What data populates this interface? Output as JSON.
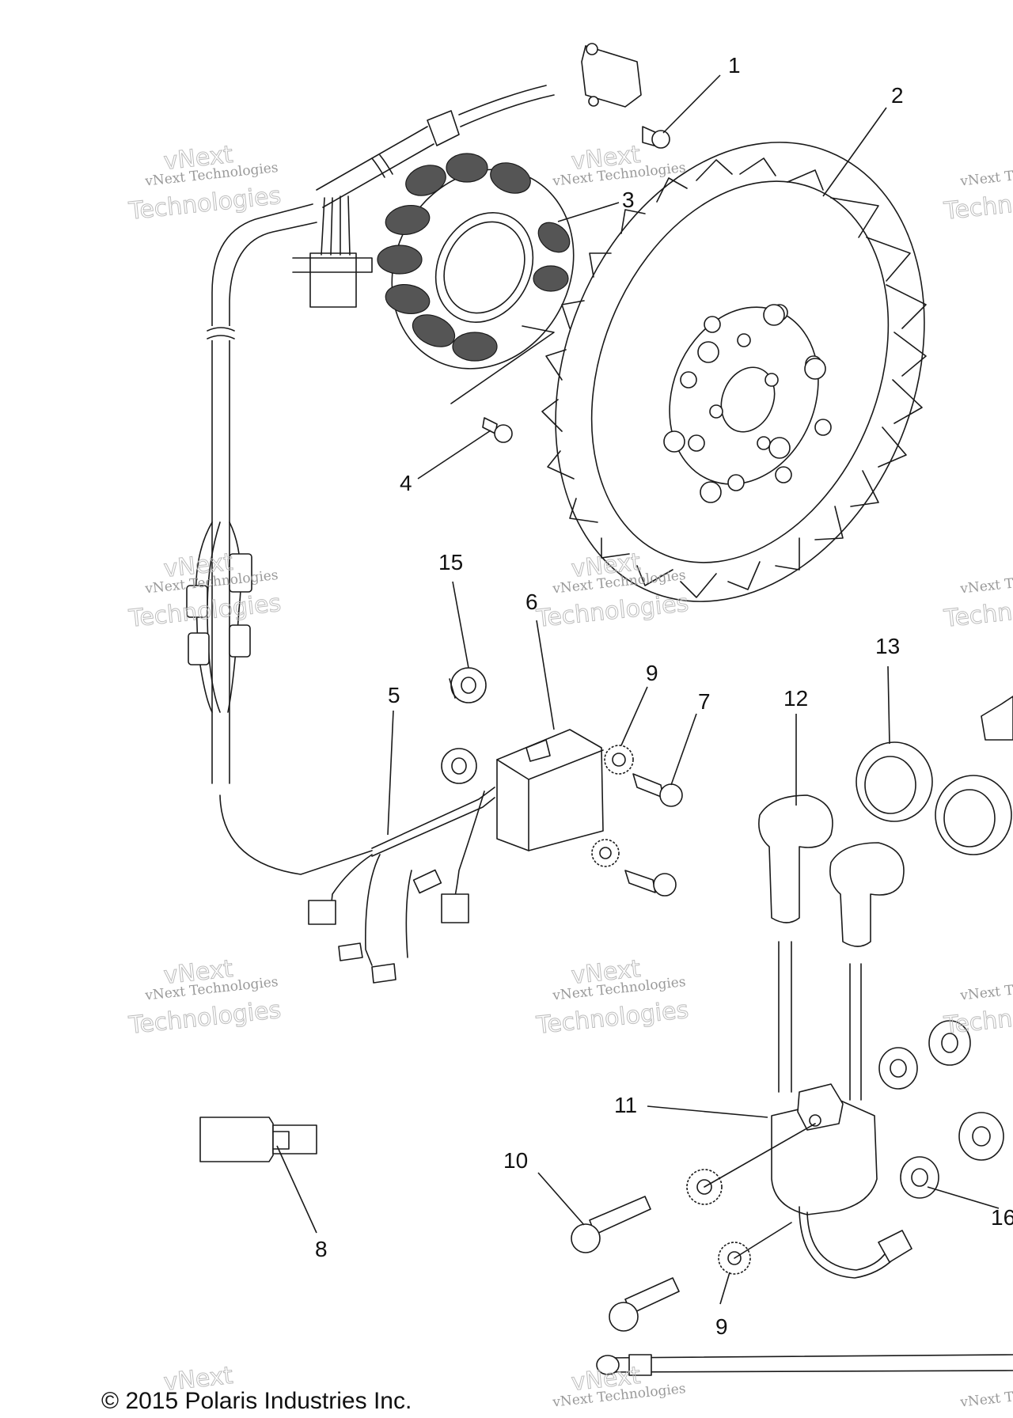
{
  "callouts": {
    "c1": "1",
    "c2": "2",
    "c3": "3",
    "c4": "4",
    "c5": "5",
    "c6": "6",
    "c7": "7",
    "c8": "8",
    "c9a": "9",
    "c9b": "9",
    "c10": "10",
    "c11": "11",
    "c12": "12",
    "c13": "13",
    "c15": "15",
    "c16": "16"
  },
  "watermark": {
    "line1": "vNext Technologies",
    "line2": "vNext",
    "line3": "Technologies"
  },
  "copyright": "© 2015 Polaris Industries Inc."
}
